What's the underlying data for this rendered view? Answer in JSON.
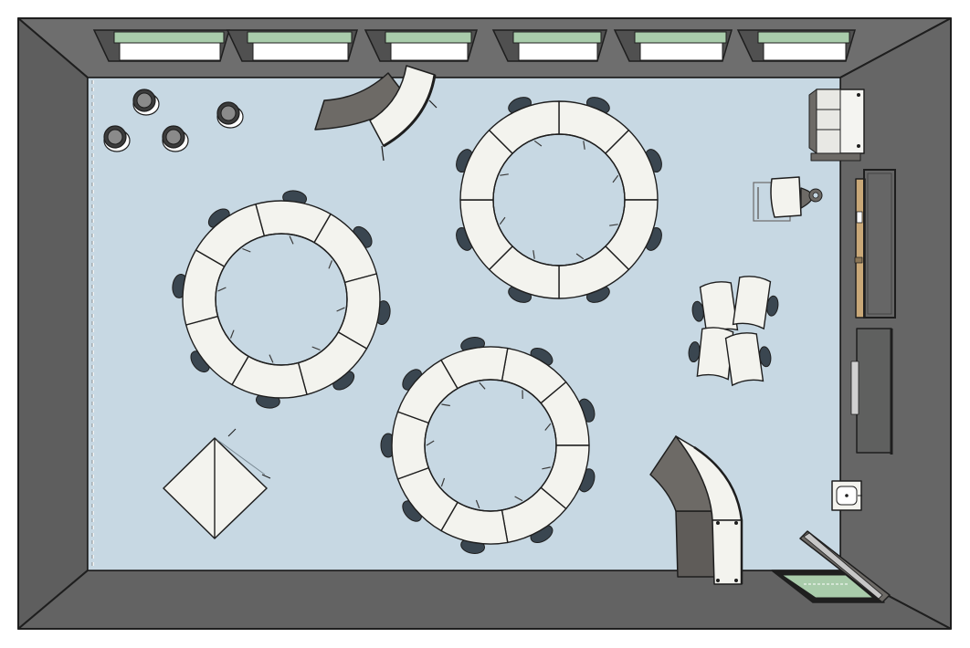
{
  "plan": {
    "kind": "classroom-floor-plan-top-view",
    "colors": {
      "wall": "#666666",
      "wall_outline": "#1e1e1e",
      "floor": "#c7d8e3",
      "window_glass": "#a9ccab",
      "window_sill": "#ffffff",
      "desk": "#f3f3ee",
      "chair": "#3a4650",
      "dark_furniture": "#6d6a66",
      "door_wood": "#c9a878",
      "whiteboard": "#5f605f",
      "cabinet": "#f4f4f1"
    },
    "windows_count": 6,
    "desk_rings": [
      {
        "id": "ring-left",
        "segments": 8
      },
      {
        "id": "ring-top",
        "segments": 8
      },
      {
        "id": "ring-bottom",
        "segments": 9
      }
    ],
    "stools_count": 4,
    "small_desk_cluster_count": 4,
    "icons": [
      "sink-icon",
      "door-icon",
      "window-icon",
      "stool-icon",
      "chair-icon"
    ]
  }
}
